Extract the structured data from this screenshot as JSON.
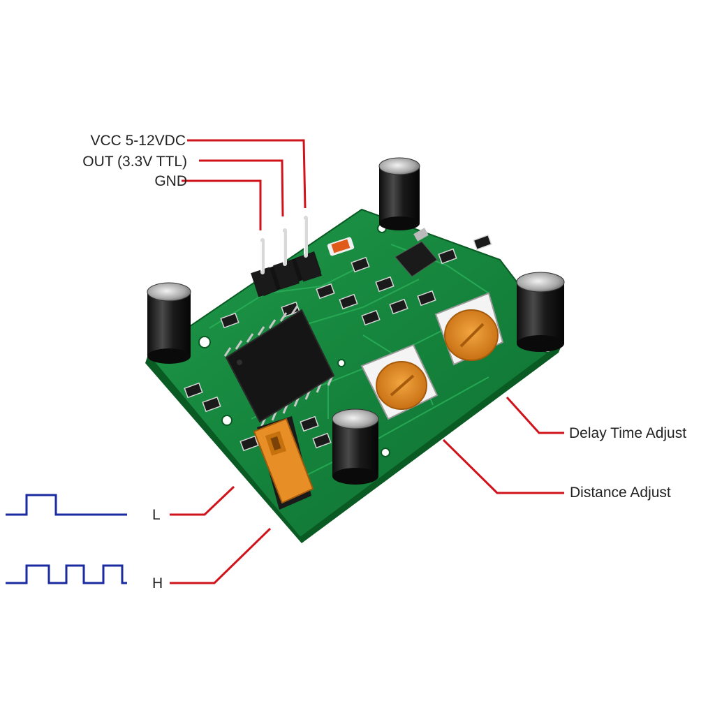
{
  "labels": {
    "vcc": "VCC 5-12VDC",
    "out": "OUT (3.3V TTL)",
    "gnd": "GND",
    "delay": "Delay Time Adjust",
    "distance": "Distance Adjust",
    "mode_low": "L",
    "mode_high": "H"
  },
  "colors": {
    "leader_line": "#d0121b",
    "waveform": "#1a2aa0",
    "pcb": "#148a3c",
    "potentiometer": "#e08a1e"
  }
}
